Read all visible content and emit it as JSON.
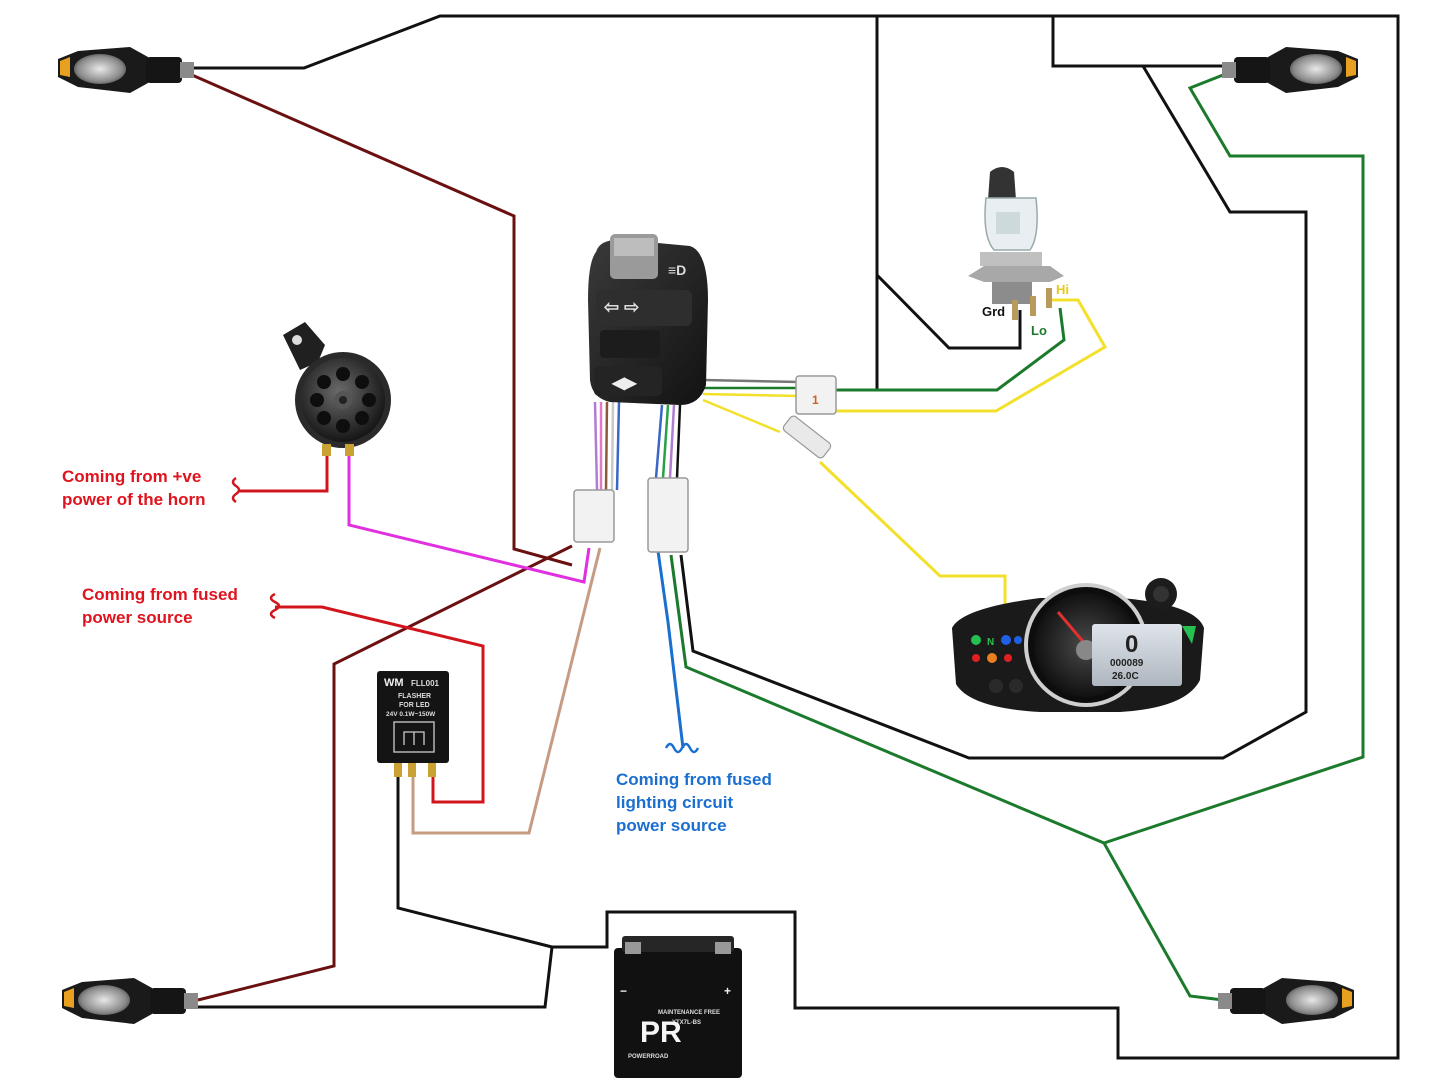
{
  "notes": {
    "horn_power": "Coming from +ve\npower of the horn",
    "fused_power": "Coming from fused\npower source",
    "lighting_power": "Coming from fused\nlighting circuit\npower source"
  },
  "headlight": {
    "ground": "Grd",
    "low": "Lo",
    "high": "Hi"
  },
  "switch": {
    "connector_mark": "1"
  },
  "flasher": {
    "brand": "WM",
    "model": "FLL001",
    "line1": "FLASHER",
    "line2": "FOR LED",
    "spec": "24V  0.1W~150W"
  },
  "battery": {
    "brand_line1": "POWERROAD",
    "caption": "MAINTENANCE FREE",
    "model": "YTX7L-BS"
  },
  "gauge": {
    "neutral": "N",
    "lcd_digit": "0",
    "odo": "000089",
    "temp": "26.0C"
  },
  "colors": {
    "black_wire": "#111111",
    "brown_wire": "#6b1010",
    "red_wire": "#d0151c",
    "magenta_wire": "#e030e0",
    "tan_wire": "#c59c82",
    "green_wire": "#1c7a2c",
    "yellow_wire": "#f2e02a",
    "blue_wire": "#1a6fd0"
  }
}
